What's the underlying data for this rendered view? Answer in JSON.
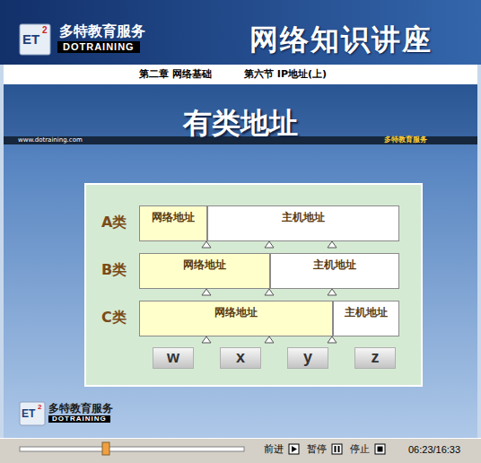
{
  "diagram": {
    "title": "有类地址",
    "nodes": [
      {
        "text": [
          "网络地址"
        ]
      },
      {
        "text": [
          "主机地址"
        ]
      },
      {
        "text": [
          "网络地址"
        ]
      },
      {
        "text": [
          "主机地址"
        ]
      },
      {
        "text": [
          "网络地址"
        ]
      },
      {
        "text": [
          "主机地址"
        ]
      },
      {
        "text": [
          "w"
        ]
      },
      {
        "text": [
          "x"
        ]
      },
      {
        "text": [
          "y"
        ]
      },
      {
        "text": [
          "z"
        ]
      }
    ],
    "labels": [
      "ET",
      "2",
      "多特教育服务",
      "DOTRAINING",
      "网络知识讲座",
      "第二章 网络基础",
      "第六节 IP地址(上)",
      "www.dotraining.com",
      "多特教育服务",
      "A类",
      "B类",
      "C类",
      "ET",
      "2",
      "多特教育服务",
      "DOTRAINING",
      "前进",
      "暂停",
      "停止",
      "06:23/16:33"
    ]
  }
}
